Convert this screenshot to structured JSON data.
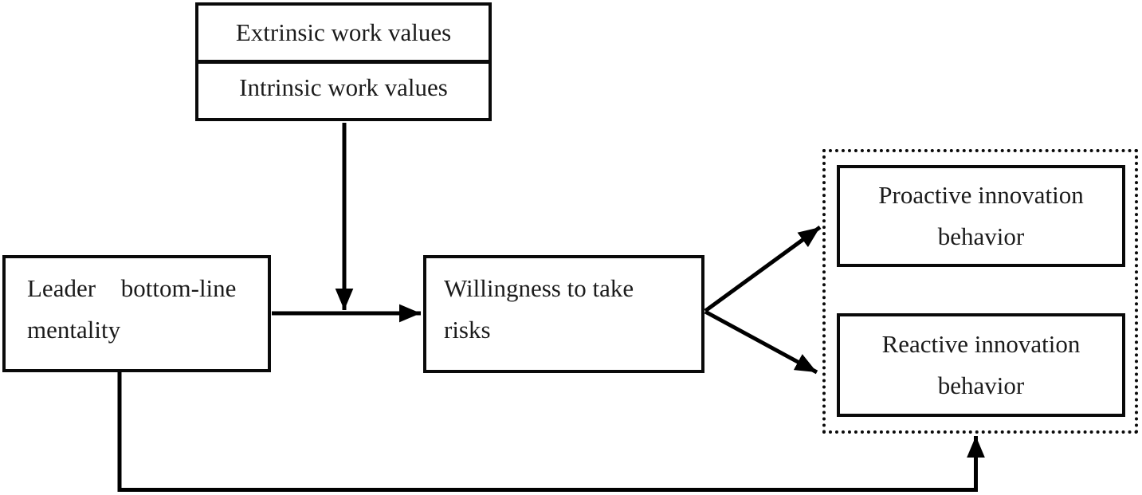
{
  "diagram": {
    "background": "#ffffff",
    "line_color": "#000000",
    "text_color": "#1b1b1b",
    "nodes": {
      "work_values_top": "Extrinsic work values",
      "work_values_bottom": "Intrinsic work values",
      "leader_line1": "Leader bottom-line",
      "leader_line2": "mentality",
      "willingness_line1": "Willingness to take",
      "willingness_line2": "risks",
      "proactive_line1": "Proactive innovation",
      "proactive_line2": "behavior",
      "reactive_line1": "Reactive innovation",
      "reactive_line2": "behavior"
    },
    "edges": [
      {
        "from": "work-values-box",
        "to": "leader-to-willingness-arrow",
        "style": "solid-arrow-down"
      },
      {
        "from": "leader-bottom-line-mentality-box",
        "to": "willingness-to-take-risks-box",
        "style": "solid-arrow-right"
      },
      {
        "from": "willingness-to-take-risks-box",
        "to": "proactive-innovation-behavior-box",
        "style": "solid-arrow-diagonal-up"
      },
      {
        "from": "willingness-to-take-risks-box",
        "to": "reactive-innovation-behavior-box",
        "style": "solid-arrow-diagonal-down"
      },
      {
        "from": "leader-bottom-line-mentality-box",
        "to": "innovation-behavior-group",
        "style": "solid-arrow-bottom-path"
      }
    ]
  }
}
